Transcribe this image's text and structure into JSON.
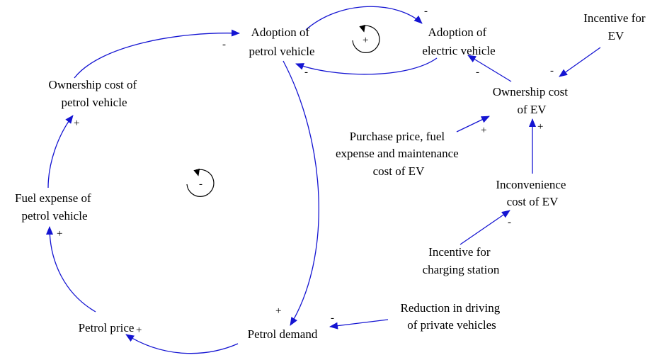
{
  "nodes": {
    "adoption_petrol": [
      "Adoption of",
      "petrol vehicle"
    ],
    "adoption_ev": [
      "Adoption of",
      "electric vehicle"
    ],
    "incentive_ev": [
      "Incentive for",
      "EV"
    ],
    "ownership_ev": [
      "Ownership cost",
      "of EV"
    ],
    "ownership_petrol": [
      "Ownership cost of",
      "petrol vehicle"
    ],
    "purchase_price": [
      "Purchase price, fuel",
      "expense and maintenance",
      "cost of EV"
    ],
    "inconvenience": [
      "Inconvenience",
      "cost of EV"
    ],
    "fuel_expense": [
      "Fuel expense of",
      "petrol vehicle"
    ],
    "incentive_charging": [
      "Incentive for",
      "charging station"
    ],
    "reduction": [
      "Reduction in driving",
      "of private vehicles"
    ],
    "petrol_price": [
      "Petrol price"
    ],
    "petrol_demand": [
      "Petrol demand"
    ]
  },
  "polarity": {
    "petrol_to_ev": "-",
    "ev_to_petrol": "-",
    "ownership_petrol_to_adoption_petrol": "-",
    "incentive_ev_to_ownership_ev": "-",
    "ownership_ev_to_adoption_ev": "-",
    "purchase_to_ownership_ev": "+",
    "inconvenience_to_ownership_ev": "+",
    "charging_to_inconvenience": "-",
    "fuel_to_ownership_petrol": "+",
    "price_to_fuel": "+",
    "adoption_petrol_to_demand": "+",
    "reduction_to_demand": "-",
    "demand_to_price": "+"
  },
  "loops": {
    "reinforcing": "+",
    "balancing": "-"
  },
  "colors": {
    "arrow": "#1414d2",
    "text": "#000000",
    "loop_marker": "#000000"
  }
}
